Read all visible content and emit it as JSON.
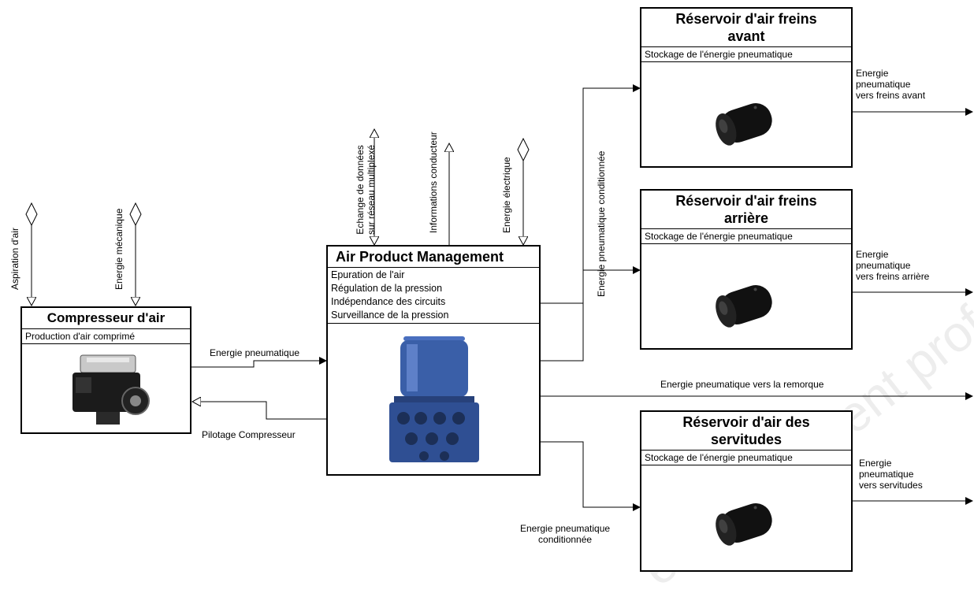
{
  "watermark": "enseignement professionnel",
  "compressor": {
    "title": "Compresseur d'air",
    "function": "Production d'air comprimé",
    "input_air": "Aspiration d'air",
    "input_mech": "Energie mécanique"
  },
  "apm": {
    "title": "Air Product Management",
    "functions": [
      "Epuration de l'air",
      "Régulation de la pression",
      "Indépendance des circuits",
      "Surveillance de la pression"
    ],
    "input_exchange_line1": "Echange de données",
    "input_exchange_line2": "sur réseau multiplexé",
    "input_driver_info": "Informations conducteur",
    "input_electric": "Energie électrique"
  },
  "flows": {
    "to_apm": "Energie pneumatique",
    "pilot": "Pilotage Compresseur",
    "to_trailer": "Energie pneumatique vers la remorque",
    "conditioned_vertical": "Energie pneumatique conditionnée",
    "conditioned_bottom_line1": "Energie pneumatique",
    "conditioned_bottom_line2": "conditionnée"
  },
  "tanks": [
    {
      "title_line1": "Réservoir d'air freins",
      "title_line2": "avant",
      "function": "Stockage de l'énergie pneumatique",
      "output_line1": "Energie",
      "output_line2": "pneumatique",
      "output_line3": "vers freins avant"
    },
    {
      "title_line1": "Réservoir d'air freins",
      "title_line2": "arrière",
      "function": "Stockage de l'énergie pneumatique",
      "output_line1": "Energie",
      "output_line2": "pneumatique",
      "output_line3": "vers freins arrière"
    },
    {
      "title_line1": "Réservoir d'air des",
      "title_line2": "servitudes",
      "function": "Stockage de l'énergie pneumatique",
      "output_line1": "Energie",
      "output_line2": "pneumatique",
      "output_line3": "vers servitudes"
    }
  ],
  "colors": {
    "line": "#000000",
    "tank": "#111111",
    "filter_blue": "#3a5fa8"
  }
}
